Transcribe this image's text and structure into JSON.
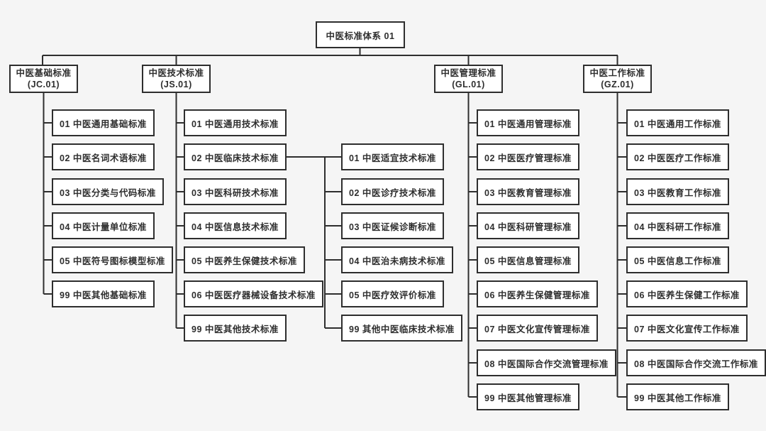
{
  "style": {
    "line_color": "#2e2e2e",
    "node_background": "#ffffff",
    "page_background": "#f5f5f5"
  },
  "diagram": {
    "root": {
      "label": "中医标准体系 01"
    },
    "branches": [
      {
        "name": "中医基础标准",
        "code": "(JC.01)",
        "children": [
          "01 中医通用基础标准",
          "02 中医名词术语标准",
          "03 中医分类与代码标准",
          "04 中医计量单位标准",
          "05 中医符号图标模型标准",
          "99 中医其他基础标准"
        ]
      },
      {
        "name": "中医技术标准",
        "code": "(JS.01)",
        "children": [
          "01 中医通用技术标准",
          "02 中医临床技术标准",
          "03 中医科研技术标准",
          "04 中医信息技术标准",
          "05 中医养生保健技术标准",
          "06 中医医疗器械设备技术标准",
          "99 中医其他技术标准"
        ]
      },
      {
        "name": "中医管理标准",
        "code": "(GL.01)",
        "children": [
          "01 中医通用管理标准",
          "02 中医医疗管理标准",
          "03 中医教育管理标准",
          "04 中医科研管理标准",
          "05 中医信息管理标准",
          "06 中医养生保健管理标准",
          "07 中医文化宣传管理标准",
          "08 中医国际合作交流管理标准",
          "99 中医其他管理标准"
        ]
      },
      {
        "name": "中医工作标准",
        "code": "(GZ.01)",
        "children": [
          "01 中医通用工作标准",
          "02 中医医疗工作标准",
          "03 中医教育工作标准",
          "04 中医科研工作标准",
          "05 中医信息工作标准",
          "06 中医养生保健工作标准",
          "07 中医文化宣传工作标准",
          "08 中医国际合作交流工作标准",
          "99 中医其他工作标准"
        ]
      }
    ],
    "clinical_sub": {
      "parent": "02 中医临床技术标准",
      "children": [
        "01 中医适宜技术标准",
        "02 中医诊疗技术标准",
        "03 中医证候诊断标准",
        "04 中医治未病技术标准",
        "05 中医疗效评价标准",
        "99 其他中医临床技术标准"
      ]
    }
  }
}
